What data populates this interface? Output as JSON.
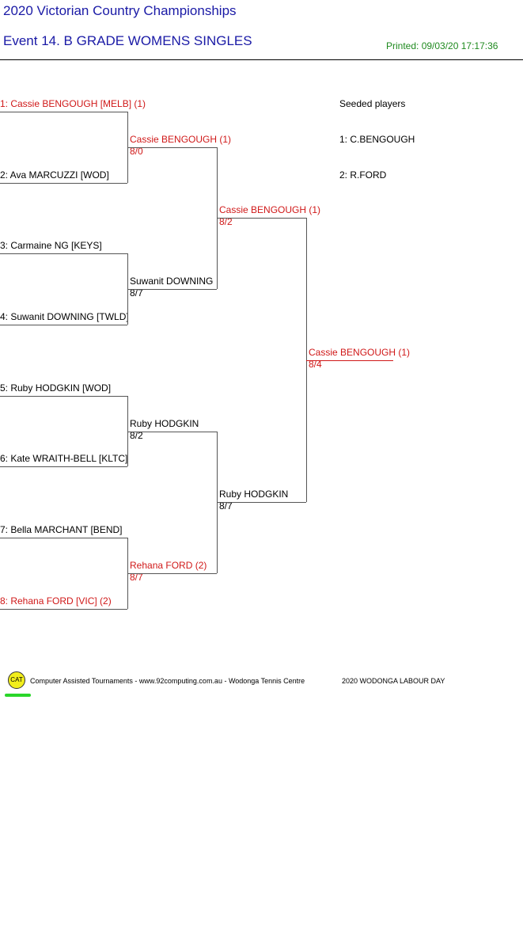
{
  "header": {
    "title": "2020 Victorian Country Championships",
    "event": "Event 14. B GRADE WOMENS SINGLES",
    "printed": "Printed: 09/03/20 17:17:36"
  },
  "bracket": {
    "round1": [
      {
        "label": "1: Cassie BENGOUGH [MELB] (1)",
        "seeded": true
      },
      {
        "label": "2: Ava MARCUZZI [WOD]",
        "seeded": false
      },
      {
        "label": "3: Carmaine NG [KEYS]",
        "seeded": false
      },
      {
        "label": "4: Suwanit DOWNING [TWLD]",
        "seeded": false
      },
      {
        "label": "5: Ruby HODGKIN [WOD]",
        "seeded": false
      },
      {
        "label": "6: Kate WRAITH-BELL [KLTC]",
        "seeded": false
      },
      {
        "label": "7: Bella MARCHANT [BEND]",
        "seeded": false
      },
      {
        "label": "8: Rehana FORD [VIC] (2)",
        "seeded": true
      }
    ],
    "round2": [
      {
        "name": "Cassie BENGOUGH (1)",
        "score": "8/0",
        "seeded": true
      },
      {
        "name": "Suwanit DOWNING",
        "score": "8/7",
        "seeded": false
      },
      {
        "name": "Ruby HODGKIN",
        "score": "8/2",
        "seeded": false
      },
      {
        "name": "Rehana FORD (2)",
        "score": "8/7",
        "seeded": true
      }
    ],
    "round3": [
      {
        "name": "Cassie BENGOUGH (1)",
        "score": "8/2",
        "seeded": true
      },
      {
        "name": "Ruby HODGKIN",
        "score": "8/7",
        "seeded": false
      }
    ],
    "winner": {
      "name": "Cassie BENGOUGH (1)",
      "score": "8/4",
      "seeded": true
    }
  },
  "seeds": {
    "title": "Seeded players",
    "items": [
      "1: C.BENGOUGH",
      "2: R.FORD"
    ]
  },
  "footer": {
    "logo_text": "CAT",
    "credits": "Computer Assisted Tournaments - www.92computing.com.au -  Wodonga Tennis Centre",
    "tournament": "2020 WODONGA LABOUR DAY"
  },
  "colors": {
    "seeded_text": "#d01818",
    "title_blue": "#1a1aa6",
    "printed_green": "#1f8a1f",
    "logo_yellow": "#f2ee1c",
    "logo_underline": "#2ad62a"
  }
}
